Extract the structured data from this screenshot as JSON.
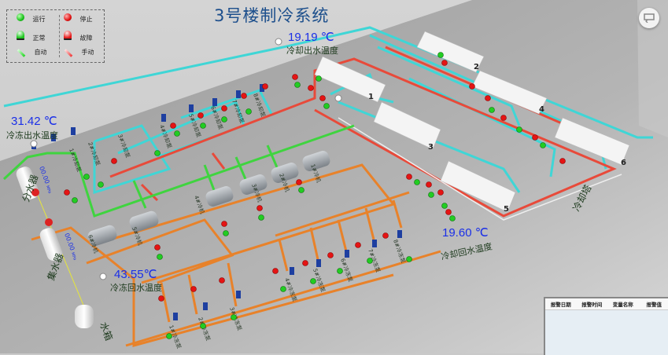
{
  "title": "3号楼制冷系统",
  "legend": {
    "running": "运行",
    "stopped": "停止",
    "normal": "正常",
    "fault": "故障",
    "auto": "自动",
    "manual": "手动"
  },
  "readings": {
    "cooling_out": {
      "value": "19.19 ℃",
      "label": "冷却出水温度"
    },
    "cooling_return": {
      "value": "19.60 ℃",
      "label": "冷却回水温度"
    },
    "chilled_out": {
      "value": "31.42 ℃",
      "label": "冷冻出水温度"
    },
    "chilled_return": {
      "value": "43.55℃",
      "label": "冷冻回水温度"
    },
    "supply_pressure": {
      "value": "00.00",
      "unit": "MPa"
    },
    "return_pressure": {
      "value": "00.00",
      "unit": "MPa"
    }
  },
  "equipment": {
    "distributor": "分水器",
    "collector": "集水器",
    "water_tank": "水箱",
    "cooling_tower_area": "冷却塔",
    "cooling_towers": [
      "1",
      "2",
      "3",
      "4",
      "5",
      "6"
    ],
    "cooling_pumps": [
      "1#冷却泵",
      "2#冷却泵",
      "3#冷却泵",
      "4#冷却泵",
      "5#冷却泵",
      "6#冷却泵",
      "7#冷却泵",
      "8#冷却泵"
    ],
    "chillers": [
      "1#冷机",
      "2#冷机",
      "3#冷机",
      "4#冷机",
      "5#冷机",
      "6#冷机"
    ],
    "chilled_pumps": [
      "1#冷冻泵",
      "2#冷冻泵",
      "3#冷冻泵",
      "4#冷冻泵",
      "5#冷冻泵",
      "6#冷冻泵",
      "7#冷冻泵",
      "8#冷冻泵"
    ]
  },
  "alarm_table": {
    "columns": [
      "报警日期",
      "报警时间",
      "变量名称",
      "报警值"
    ],
    "rows": []
  },
  "colors": {
    "cooling_supply": "#3fd6d6",
    "cooling_return": "#e84a3a",
    "chilled_supply": "#3fd43f",
    "chilled_return": "#e8822a",
    "title": "#1d4f8c",
    "reading": "#1a2fe8"
  }
}
